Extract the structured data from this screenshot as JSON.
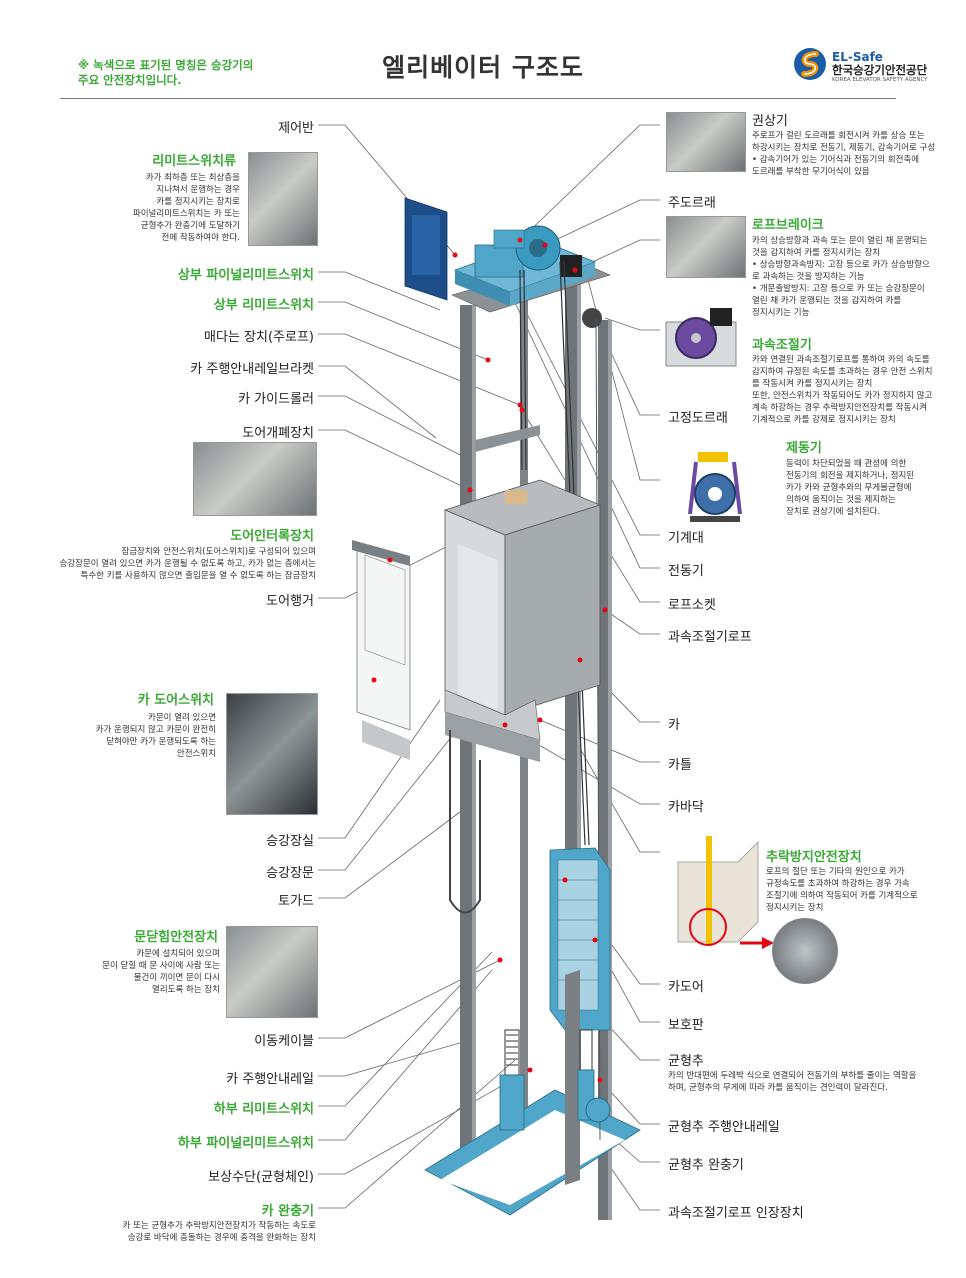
{
  "title": "엘리베이터 구조도",
  "note": "※ 녹색으로 표기된 명칭은 승강기의 주요 안전장치입니다.",
  "brand": {
    "name_en": "EL-Safe",
    "name_ko": "한국승강기안전공단",
    "name_sub": "KOREA ELEVATOR SAFETY AGENCY"
  },
  "left_labels": [
    {
      "text": "제어반",
      "safety": false
    },
    {
      "text": "리미트스위치류",
      "safety": true
    },
    {
      "text": "상부 파이널리미트스위치",
      "safety": true
    },
    {
      "text": "상부 리미트스위치",
      "safety": true
    },
    {
      "text": "매다는 장치(주로프)",
      "safety": false
    },
    {
      "text": "카 주행안내레일브라켓",
      "safety": false
    },
    {
      "text": "카 가이드롤러",
      "safety": false
    },
    {
      "text": "도어개폐장치",
      "safety": false
    },
    {
      "text": "도어인터록장치",
      "safety": true
    },
    {
      "text": "도어행거",
      "safety": false
    },
    {
      "text": "카 도어스위치",
      "safety": true
    },
    {
      "text": "승강장실",
      "safety": false
    },
    {
      "text": "승강장문",
      "safety": false
    },
    {
      "text": "토가드",
      "safety": false
    },
    {
      "text": "문닫힘안전장치",
      "safety": true
    },
    {
      "text": "이동케이블",
      "safety": false
    },
    {
      "text": "카 주행안내레일",
      "safety": false
    },
    {
      "text": "하부 리미트스위치",
      "safety": true
    },
    {
      "text": "하부 파이널리미트스위치",
      "safety": true
    },
    {
      "text": "보상수단(균형체인)",
      "safety": false
    },
    {
      "text": "카 완충기",
      "safety": true
    }
  ],
  "right_labels": [
    {
      "text": "권상기",
      "safety": false
    },
    {
      "text": "주도르래",
      "safety": false
    },
    {
      "text": "로프브레이크",
      "safety": true
    },
    {
      "text": "과속조절기",
      "safety": true
    },
    {
      "text": "고정도르래",
      "safety": false
    },
    {
      "text": "제동기",
      "safety": true
    },
    {
      "text": "기계대",
      "safety": false
    },
    {
      "text": "전동기",
      "safety": false
    },
    {
      "text": "로프소켓",
      "safety": false
    },
    {
      "text": "과속조절기로프",
      "safety": false
    },
    {
      "text": "카",
      "safety": false
    },
    {
      "text": "카틀",
      "safety": false
    },
    {
      "text": "카바닥",
      "safety": false
    },
    {
      "text": "추락방지안전장치",
      "safety": true
    },
    {
      "text": "카도어",
      "safety": false
    },
    {
      "text": "보호판",
      "safety": false
    },
    {
      "text": "균형추",
      "safety": false
    },
    {
      "text": "균형추 주행안내레일",
      "safety": false
    },
    {
      "text": "균형추 완충기",
      "safety": false
    },
    {
      "text": "과속조절기로프 인장장치",
      "safety": false
    }
  ],
  "descriptions": {
    "limit_switch": [
      "카가 최하층 또는 최상층을",
      "지나쳐서 운행하는 경우",
      "카를 정지시키는 장치로",
      "파이널리미트스위치는 카 또는",
      "균형추가 완충기에 도달하기",
      "전에 작동하여야 한다."
    ],
    "door_interlock": [
      "잠금장치와 안전스위치(도어스위치)로 구성되어 있으며",
      "승강장문이 열려 있으면 카가 운행될 수 없도록 하고, 카가 없는 층에서는",
      "특수한 키를 사용하지 않으면 출입문을 열 수 없도록 하는 잠금장치"
    ],
    "car_door_switch": [
      "카문이 열려 있으면",
      "카가 운행되지 않고 카문이 완전히",
      "닫혀야만 카가 운행되도록 하는",
      "안전스위치"
    ],
    "door_close_safety": [
      "카문에 설치되어 있으며",
      "문이 닫힐 때 문 사이에 사람 또는",
      "물건이 끼이면 문이 다시",
      "열리도록 하는 장치"
    ],
    "car_buffer": [
      "카 또는 균형추가 추락방지안전장치가 작동하는 속도로",
      "승강로 바닥에 충돌하는 경우에 충격을 완화하는 장치"
    ],
    "traction_machine": [
      "주로프가 걸린 도르래를 회전시켜 카를 상승 또는",
      "하강시키는 장치로 전동기, 제동기, 감속기어로 구성",
      "• 감속기어가 있는 기어식과 전동기의 회전축에",
      "  도르래를 부착한 무기어식이 있음"
    ],
    "rope_brake": [
      "카의 상승방향과 과속 또는 문이 열린 채 운행되는",
      "것을 감지하여 카를 정지시키는 장치",
      "• 상승방향과속방지: 고장 등으로 카가 상승방향으",
      "  로 과속하는 것을 방지하는 기능",
      "• 개문출발방지: 고장 등으로 카 또는 승강장문이",
      "  열린 채 카가 운행되는 것을 감지하여 카를",
      "  정지시키는 기능"
    ],
    "governor": [
      "카와 연결된 과속조절기로프를 통하여 카의 속도를",
      "감지하여 규정된 속도를 초과하는 경우 안전 스위치",
      "를 작동시켜 카를 정지시키는 장치",
      "또한, 안전스위치가 작동되어도 카가 정지하지 않고",
      "계속 하강하는 경우 추락방지안전장치를 작동시켜",
      "기계적으로 카를 강제로 정지시키는 장치"
    ],
    "brake": [
      "동력이 차단되었을 때 관성에 의한",
      "전동기의 회전을 제지하거나, 정지된",
      "카가 카와 균형추와의 무게불균형에",
      "의하여 움직이는 것을 제지하는",
      "장치로 권상기에 설치된다."
    ],
    "safety_gear": [
      "로프의 절단 또는 기타의 원인으로 카가",
      "규정속도를 초과하여 하강하는 경우 가속",
      "조절기에 의하여 작동되어 카를 기계적으로",
      "정지시키는 장치"
    ],
    "counterweight": [
      "카의 반대편에 두레박 식으로 연결되어 전동기의 부하를 줄이는 역할을",
      "하며, 균형추의 무게에 따라 카를 움직이는 견인력이 달라진다."
    ]
  },
  "colors": {
    "safety_green": "#3aa935",
    "brand_blue": "#1a5ca8",
    "brand_orange": "#f39200",
    "machine_blue": "#4fa6c8",
    "frame_gray": "#7a7f84",
    "marker_red": "#e30613"
  }
}
